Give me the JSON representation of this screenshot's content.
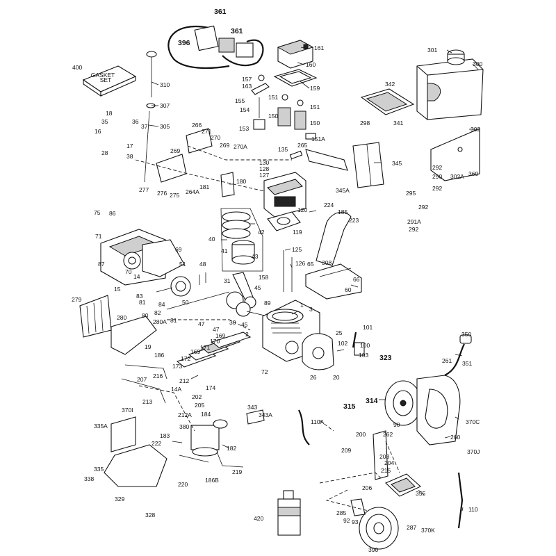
{
  "gasket_set": {
    "line1": "GASKET",
    "line2": "SET"
  },
  "callouts": [
    {
      "id": "361a",
      "text": "361"
    },
    {
      "id": "361b",
      "text": "361"
    },
    {
      "id": "396",
      "text": "396"
    },
    {
      "id": "161",
      "text": "161"
    },
    {
      "id": "160",
      "text": "160"
    },
    {
      "id": "159",
      "text": "159"
    },
    {
      "id": "157",
      "text": "157"
    },
    {
      "id": "163",
      "text": "163"
    },
    {
      "id": "155",
      "text": "155"
    },
    {
      "id": "151a",
      "text": "151"
    },
    {
      "id": "151b",
      "text": "151"
    },
    {
      "id": "154",
      "text": "154"
    },
    {
      "id": "150a",
      "text": "150"
    },
    {
      "id": "150b",
      "text": "150"
    },
    {
      "id": "153",
      "text": "153"
    },
    {
      "id": "151A",
      "text": "151A"
    },
    {
      "id": "400",
      "text": "400"
    },
    {
      "id": "310",
      "text": "310"
    },
    {
      "id": "307",
      "text": "307"
    },
    {
      "id": "305",
      "text": "305"
    },
    {
      "id": "301",
      "text": "301"
    },
    {
      "id": "300",
      "text": "300"
    },
    {
      "id": "342",
      "text": "342"
    },
    {
      "id": "341",
      "text": "341"
    },
    {
      "id": "298",
      "text": "298"
    },
    {
      "id": "302",
      "text": "302"
    },
    {
      "id": "18",
      "text": "18"
    },
    {
      "id": "35",
      "text": "35"
    },
    {
      "id": "36",
      "text": "36"
    },
    {
      "id": "37",
      "text": "37"
    },
    {
      "id": "16",
      "text": "16"
    },
    {
      "id": "17",
      "text": "17"
    },
    {
      "id": "28",
      "text": "28"
    },
    {
      "id": "38",
      "text": "38"
    },
    {
      "id": "266",
      "text": "266"
    },
    {
      "id": "271",
      "text": "271"
    },
    {
      "id": "270",
      "text": "270"
    },
    {
      "id": "269a",
      "text": "269"
    },
    {
      "id": "269b",
      "text": "269"
    },
    {
      "id": "270A",
      "text": "270A"
    },
    {
      "id": "135",
      "text": "135"
    },
    {
      "id": "265",
      "text": "265"
    },
    {
      "id": "345",
      "text": "345"
    },
    {
      "id": "130",
      "text": "130"
    },
    {
      "id": "128",
      "text": "128"
    },
    {
      "id": "127",
      "text": "127"
    },
    {
      "id": "292a",
      "text": "292"
    },
    {
      "id": "290",
      "text": "290"
    },
    {
      "id": "302A",
      "text": "302A"
    },
    {
      "id": "369",
      "text": "369"
    },
    {
      "id": "277",
      "text": "277"
    },
    {
      "id": "276",
      "text": "276"
    },
    {
      "id": "275",
      "text": "275"
    },
    {
      "id": "264A",
      "text": "264A"
    },
    {
      "id": "181",
      "text": "181"
    },
    {
      "id": "180",
      "text": "180"
    },
    {
      "id": "345A",
      "text": "345A"
    },
    {
      "id": "292b",
      "text": "292"
    },
    {
      "id": "295",
      "text": "295"
    },
    {
      "id": "292c",
      "text": "292"
    },
    {
      "id": "224",
      "text": "224"
    },
    {
      "id": "185",
      "text": "185"
    },
    {
      "id": "120",
      "text": "120"
    },
    {
      "id": "223",
      "text": "223"
    },
    {
      "id": "291A",
      "text": "291A"
    },
    {
      "id": "292d",
      "text": "292"
    },
    {
      "id": "75",
      "text": "75"
    },
    {
      "id": "86",
      "text": "86"
    },
    {
      "id": "71",
      "text": "71"
    },
    {
      "id": "42",
      "text": "42"
    },
    {
      "id": "119",
      "text": "119"
    },
    {
      "id": "40",
      "text": "40"
    },
    {
      "id": "69",
      "text": "69"
    },
    {
      "id": "41",
      "text": "41"
    },
    {
      "id": "125",
      "text": "125"
    },
    {
      "id": "87",
      "text": "87"
    },
    {
      "id": "70",
      "text": "70"
    },
    {
      "id": "43",
      "text": "43"
    },
    {
      "id": "126",
      "text": "126"
    },
    {
      "id": "65",
      "text": "65"
    },
    {
      "id": "308",
      "text": "308"
    },
    {
      "id": "51",
      "text": "51"
    },
    {
      "id": "48",
      "text": "48"
    },
    {
      "id": "14",
      "text": "14"
    },
    {
      "id": "158",
      "text": "158"
    },
    {
      "id": "66",
      "text": "66"
    },
    {
      "id": "15",
      "text": "15"
    },
    {
      "id": "31",
      "text": "31"
    },
    {
      "id": "45a",
      "text": "45"
    },
    {
      "id": "60",
      "text": "60"
    },
    {
      "id": "279",
      "text": "279"
    },
    {
      "id": "83",
      "text": "83"
    },
    {
      "id": "81a",
      "text": "81"
    },
    {
      "id": "84",
      "text": "84"
    },
    {
      "id": "50",
      "text": "50"
    },
    {
      "id": "89",
      "text": "89"
    },
    {
      "id": "1",
      "text": "1"
    },
    {
      "id": "82",
      "text": "82"
    },
    {
      "id": "280A",
      "text": "280A"
    },
    {
      "id": "80",
      "text": "80"
    },
    {
      "id": "81b",
      "text": "81"
    },
    {
      "id": "280",
      "text": "280"
    },
    {
      "id": "47a",
      "text": "47"
    },
    {
      "id": "30",
      "text": "30"
    },
    {
      "id": "45b",
      "text": "45"
    },
    {
      "id": "47b",
      "text": "47"
    },
    {
      "id": "3",
      "text": "3"
    },
    {
      "id": "25",
      "text": "25"
    },
    {
      "id": "101",
      "text": "101"
    },
    {
      "id": "2",
      "text": "2"
    },
    {
      "id": "350",
      "text": "350"
    },
    {
      "id": "169a",
      "text": "169"
    },
    {
      "id": "170",
      "text": "170"
    },
    {
      "id": "171",
      "text": "171"
    },
    {
      "id": "169b",
      "text": "169"
    },
    {
      "id": "102",
      "text": "102"
    },
    {
      "id": "100",
      "text": "100"
    },
    {
      "id": "19",
      "text": "19"
    },
    {
      "id": "186",
      "text": "186"
    },
    {
      "id": "172",
      "text": "172"
    },
    {
      "id": "103",
      "text": "103"
    },
    {
      "id": "323",
      "text": "323"
    },
    {
      "id": "261",
      "text": "261"
    },
    {
      "id": "351",
      "text": "351"
    },
    {
      "id": "173",
      "text": "173"
    },
    {
      "id": "72",
      "text": "72"
    },
    {
      "id": "26",
      "text": "26"
    },
    {
      "id": "20",
      "text": "20"
    },
    {
      "id": "207",
      "text": "207"
    },
    {
      "id": "216",
      "text": "216"
    },
    {
      "id": "212a",
      "text": "212"
    },
    {
      "id": "174",
      "text": "174"
    },
    {
      "id": "315",
      "text": "315"
    },
    {
      "id": "314",
      "text": "314"
    },
    {
      "id": "14A",
      "text": "14A"
    },
    {
      "id": "202",
      "text": "202"
    },
    {
      "id": "213",
      "text": "213"
    },
    {
      "id": "205",
      "text": "205"
    },
    {
      "id": "343",
      "text": "343"
    },
    {
      "id": "343A",
      "text": "343A"
    },
    {
      "id": "370I",
      "text": "370I"
    },
    {
      "id": "212A",
      "text": "212A"
    },
    {
      "id": "184",
      "text": "184"
    },
    {
      "id": "110A",
      "text": "110A"
    },
    {
      "id": "90",
      "text": "90"
    },
    {
      "id": "370C",
      "text": "370C"
    },
    {
      "id": "335A",
      "text": "335A"
    },
    {
      "id": "380",
      "text": "380"
    },
    {
      "id": "183",
      "text": "183"
    },
    {
      "id": "200",
      "text": "200"
    },
    {
      "id": "262",
      "text": "262"
    },
    {
      "id": "260",
      "text": "260"
    },
    {
      "id": "222",
      "text": "222"
    },
    {
      "id": "182",
      "text": "182"
    },
    {
      "id": "209",
      "text": "209"
    },
    {
      "id": "203",
      "text": "203"
    },
    {
      "id": "204",
      "text": "204"
    },
    {
      "id": "370J",
      "text": "370J"
    },
    {
      "id": "335",
      "text": "335"
    },
    {
      "id": "219",
      "text": "219"
    },
    {
      "id": "215",
      "text": "215"
    },
    {
      "id": "338",
      "text": "338"
    },
    {
      "id": "186B",
      "text": "186B"
    },
    {
      "id": "220",
      "text": "220"
    },
    {
      "id": "206",
      "text": "206"
    },
    {
      "id": "355",
      "text": "355"
    },
    {
      "id": "329",
      "text": "329"
    },
    {
      "id": "328",
      "text": "328"
    },
    {
      "id": "110",
      "text": "110"
    },
    {
      "id": "285",
      "text": "285"
    },
    {
      "id": "420",
      "text": "420"
    },
    {
      "id": "92",
      "text": "92"
    },
    {
      "id": "93",
      "text": "93"
    },
    {
      "id": "287",
      "text": "287"
    },
    {
      "id": "370K",
      "text": "370K"
    },
    {
      "id": "390",
      "text": "390"
    }
  ]
}
